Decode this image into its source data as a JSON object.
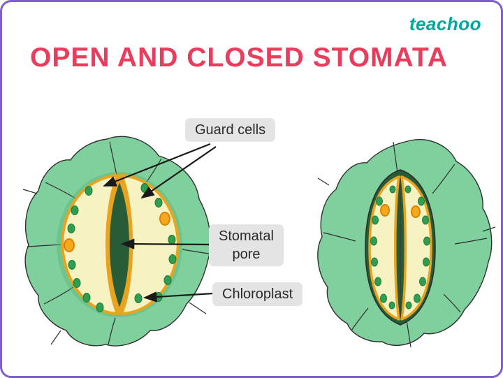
{
  "brand": {
    "name": "teachoo"
  },
  "title": {
    "text": "OPEN AND CLOSED STOMATA"
  },
  "annotations": {
    "guard_cells": "Guard cells",
    "stomatal_pore": {
      "line1": "Stomatal",
      "line2": "pore"
    },
    "chloroplast": "Chloroplast"
  },
  "diagram": {
    "colors": {
      "border": "#7d5fd0",
      "epidermis": "#7fd09d",
      "epidermis_shade": "#5cb87e",
      "guard_cell_fill": "#f7f2c2",
      "guard_cell_wall": "#e9a31f",
      "pore": "#265c38",
      "chloroplast": "#2f9e50",
      "organelle": "#f6a81c",
      "label_bg": "#e4e4e4",
      "outline": "#2f2f2f",
      "title_color": "#ea3d5e",
      "brand_color": "#00a79b"
    }
  }
}
